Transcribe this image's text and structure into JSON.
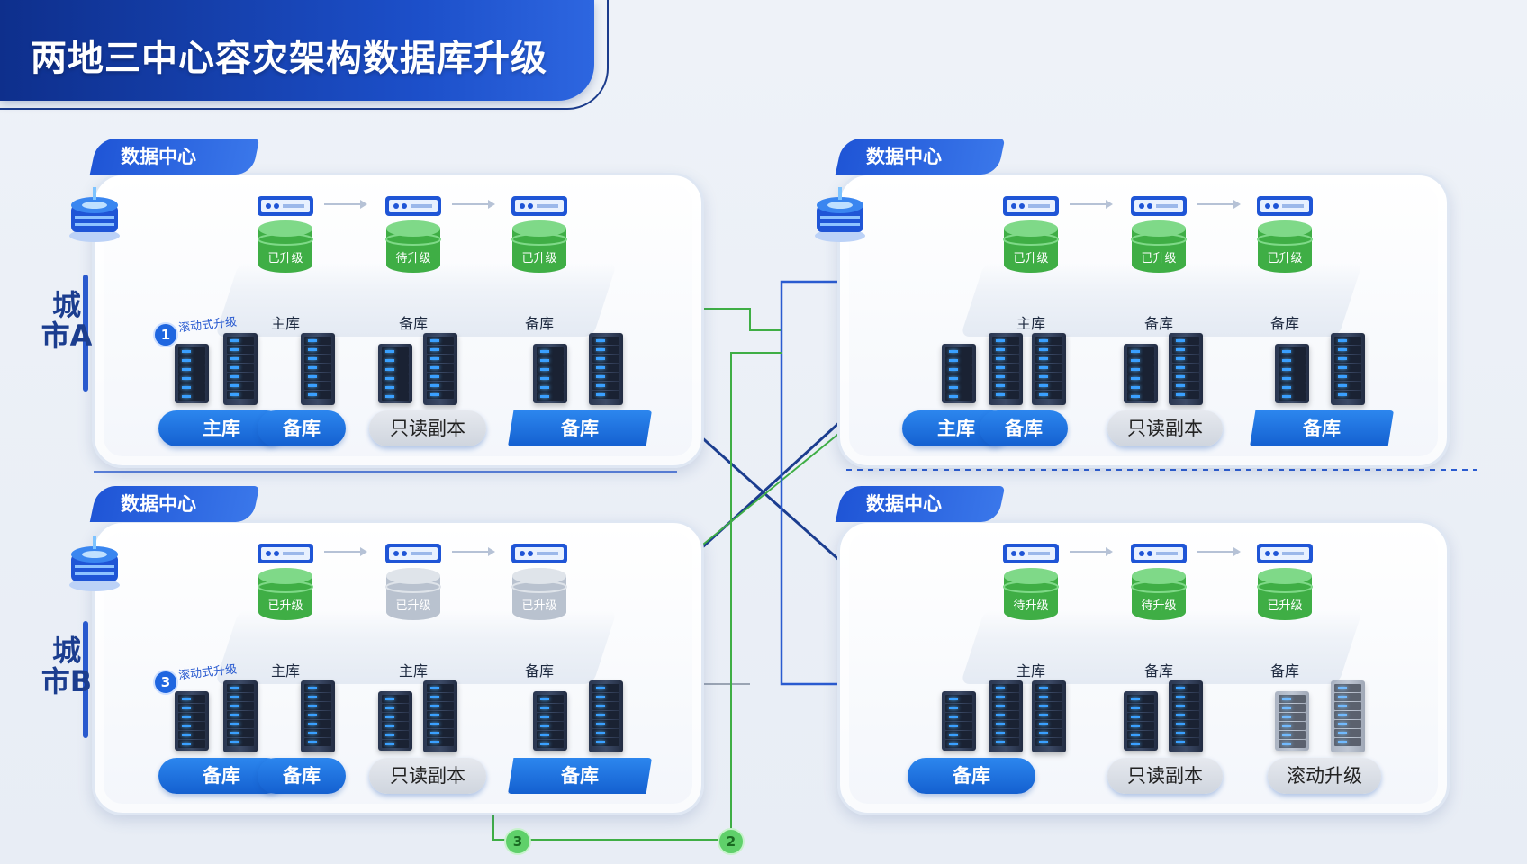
{
  "title": "两地三中心容灾架构数据库升级",
  "cities": {
    "a": "城市A",
    "b": "城市B"
  },
  "data_center_label": "数据中心",
  "panels": {
    "a_left": {
      "nodes": [
        {
          "label": "主库",
          "status": "已升级",
          "state": "upgraded"
        },
        {
          "label": "备库",
          "status": "待升级",
          "state": "pending"
        },
        {
          "label": "备库",
          "status": "已升级",
          "state": "upgraded"
        }
      ],
      "step": "1",
      "step_note": "滚动式升级",
      "roles": [
        "主库",
        "备库",
        "只读副本",
        "备库"
      ]
    },
    "a_right": {
      "nodes": [
        {
          "label": "主库",
          "status": "已升级",
          "state": "upgraded"
        },
        {
          "label": "备库",
          "status": "已升级",
          "state": "upgraded"
        },
        {
          "label": "备库",
          "status": "已升级",
          "state": "upgraded"
        }
      ],
      "roles": [
        "主库",
        "备库",
        "只读副本",
        "备库"
      ]
    },
    "b_left": {
      "nodes": [
        {
          "label": "主库",
          "status": "已升级",
          "state": "upgraded"
        },
        {
          "label": "主库",
          "status": "已升级",
          "state": "grey"
        },
        {
          "label": "备库",
          "status": "已升级",
          "state": "grey"
        }
      ],
      "step": "3",
      "step_note": "滚动式升级",
      "roles": [
        "备库",
        "备库",
        "只读副本",
        "备库"
      ]
    },
    "b_right": {
      "nodes": [
        {
          "label": "主库",
          "status": "待升级",
          "state": "pending"
        },
        {
          "label": "备库",
          "status": "待升级",
          "state": "pending"
        },
        {
          "label": "备库",
          "status": "已升级",
          "state": "upgraded"
        }
      ],
      "roles": [
        "备库",
        "只读副本",
        "滚动升级"
      ]
    }
  },
  "bottom_steps": [
    "3",
    "2"
  ],
  "colors": {
    "accent": "#1f55d6",
    "green": "#3fae45",
    "dark_blue": "#1b3d8f",
    "line_blue": "#2a5bd0",
    "line_green": "#3fae45"
  }
}
